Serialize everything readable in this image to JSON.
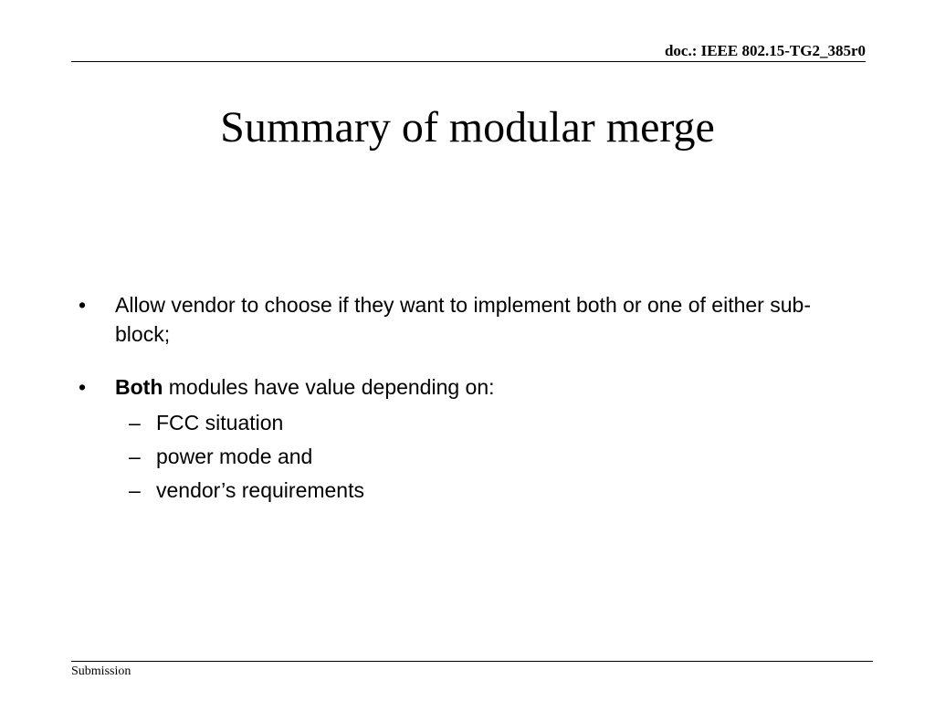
{
  "header": {
    "doc_id": "doc.: IEEE 802.15-TG2_385r0"
  },
  "slide": {
    "title": "Summary of modular merge",
    "bullets": [
      {
        "mark": "•",
        "text": "Allow vendor to choose if they want to implement both or one of either sub-block;"
      },
      {
        "mark": "•",
        "lead": "Both",
        "text": " modules have value depending on:",
        "subitems": [
          {
            "mark": "–",
            "text": "FCC situation"
          },
          {
            "mark": "–",
            "text": "power mode and"
          },
          {
            "mark": "–",
            "text": "vendor’s requirements"
          }
        ]
      }
    ]
  },
  "footer": {
    "label": "Submission"
  }
}
